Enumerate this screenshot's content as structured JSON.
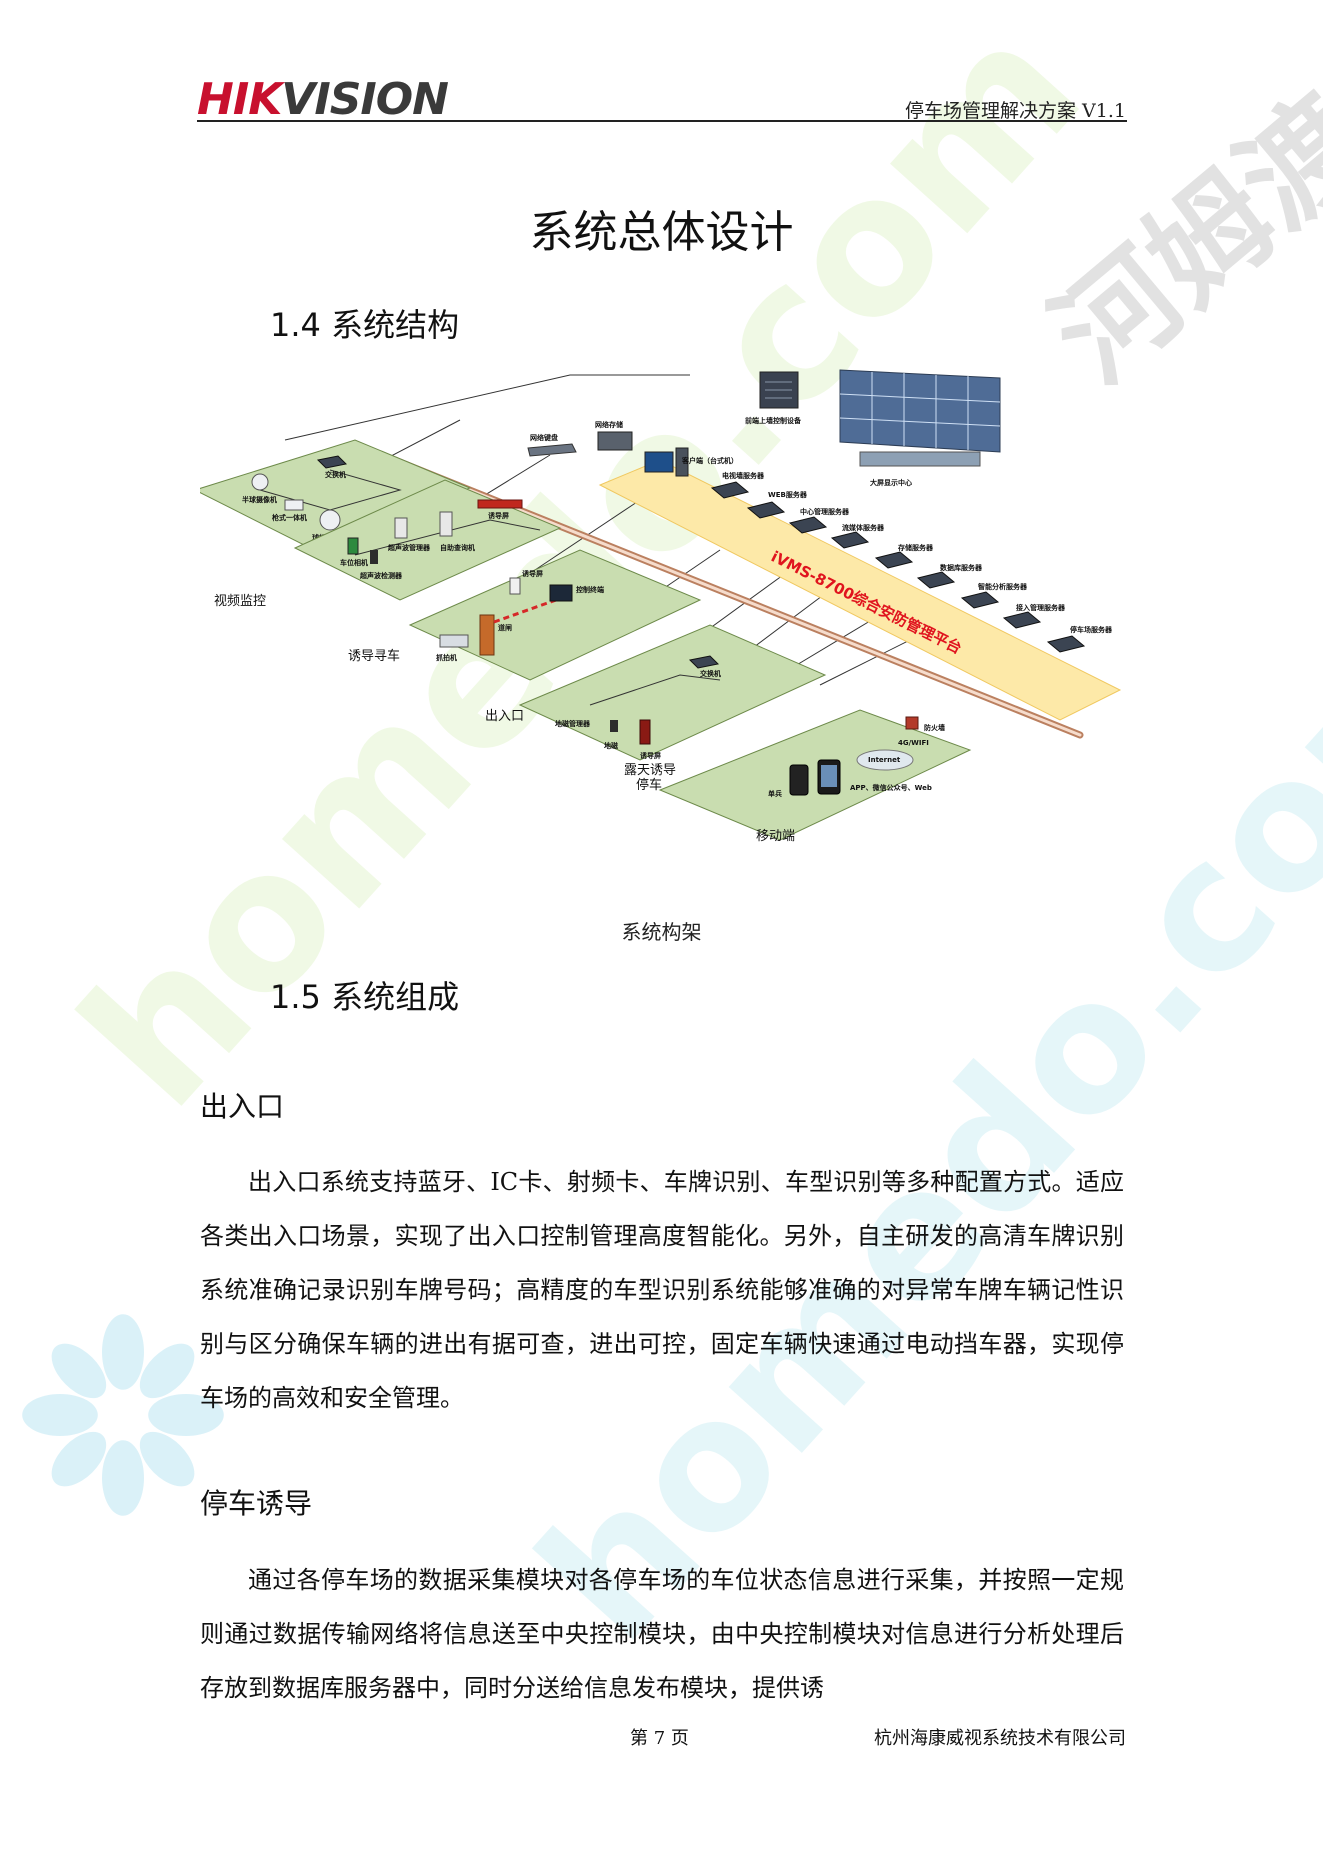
{
  "header": {
    "logo_part1": "HIK",
    "logo_part2": "VISION",
    "doc_title": "停车场管理解决方案 V1.1"
  },
  "chapter_title": "系统总体设计",
  "sections": {
    "s14": "1.4 系统结构",
    "s15": "1.5 系统组成"
  },
  "diagram": {
    "caption": "系统构架",
    "platform_label": "iVMS-8700综合安防管理平台",
    "top_nodes": {
      "cloud_device": "前端上墙控制设备",
      "display_center": "大屏显示中心",
      "net_keyboard": "网络键盘",
      "net_storage": "网络存储",
      "client": "客户端（台式机）"
    },
    "servers": [
      "电视墙服务器",
      "WEB服务器",
      "中心管理服务器",
      "流媒体服务器",
      "存储服务器",
      "数据库服务器",
      "智能分析服务器",
      "接入管理服务器",
      "停车场服务器"
    ],
    "zones": {
      "video": {
        "label": "视频监控",
        "devices": [
          "交换机",
          "半球摄像机",
          "枪式一体机",
          "球机"
        ]
      },
      "guidance": {
        "label": "诱导寻车",
        "devices": [
          "车位相机",
          "超声波管理器",
          "自助查询机",
          "超声波检测器",
          "诱导屏"
        ]
      },
      "entrance": {
        "label": "出入口",
        "devices": [
          "诱导屏",
          "控制终端",
          "抓拍机",
          "道闸"
        ]
      },
      "outdoor": {
        "label": "露天诱导停车",
        "devices": [
          "交换机",
          "地磁管理器",
          "地磁",
          "诱导屏"
        ]
      },
      "mobile": {
        "label": "移动端",
        "devices": [
          "防火墙",
          "4G/WIFI",
          "Internet",
          "单兵",
          "APP、微信公众号、Web"
        ]
      }
    }
  },
  "subsections": [
    {
      "title": "出入口",
      "body": "出入口系统支持蓝牙、IC卡、射频卡、车牌识别、车型识别等多种配置方式。适应各类出入口场景，实现了出入口控制管理高度智能化。另外，自主研发的高清车牌识别系统准确记录识别车牌号码；高精度的车型识别系统能够准确的对异常车牌车辆记性识别与区分确保车辆的进出有据可查，进出可控，固定车辆快速通过电动挡车器，实现停车场的高效和安全管理。"
    },
    {
      "title": "停车诱导",
      "body": "通过各停车场的数据采集模块对各停车场的车位状态信息进行采集，并按照一定规则通过数据传输网络将信息送至中央控制模块，由中央控制模块对信息进行分析处理后存放到数据库服务器中，同时分送给信息发布模块，提供诱"
    }
  ],
  "footer": {
    "page": "第 7 页",
    "company": "杭州海康威视系统技术有限公司"
  },
  "watermark": {
    "latin1": "homedo.com",
    "latin2": "homedo.com",
    "cn": "河姆渡"
  },
  "colors": {
    "logo_red": "#c8102e",
    "zone_fill": "#c9ddb0",
    "zone_stroke": "#6d8a4a",
    "platform_band": "#fde9a8",
    "platform_text": "#e0141e"
  }
}
